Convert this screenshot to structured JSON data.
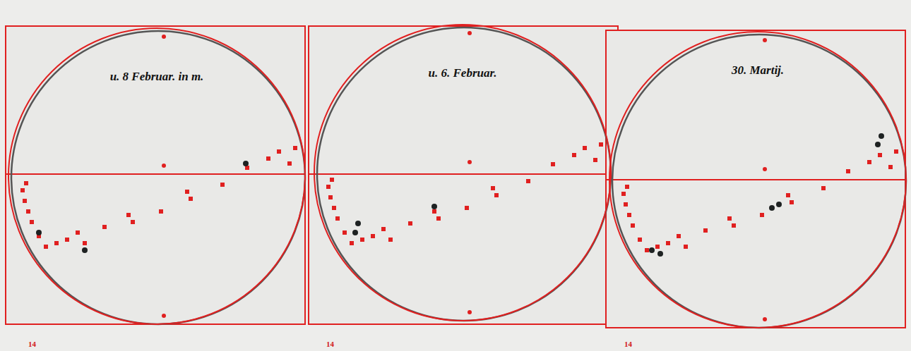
{
  "diagram": {
    "nodes": [
      {
        "text": [
          "u. 8 Februar. in m."
        ]
      },
      {
        "text": [
          "u. 6. Februar."
        ]
      },
      {
        "text": [
          "30. Martij."
        ]
      }
    ],
    "labels": [
      "14",
      "14",
      "14"
    ]
  }
}
